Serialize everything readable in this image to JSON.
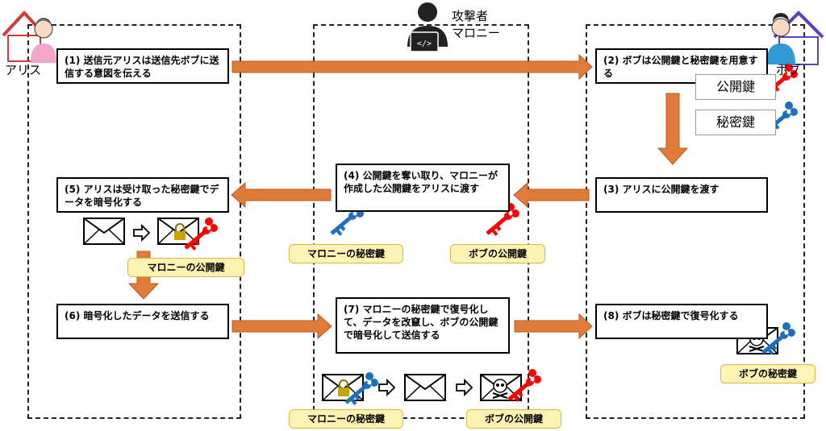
{
  "actors": {
    "alice": "アリス",
    "bob": "ボブ",
    "attacker_line1": "攻撃者",
    "attacker_line2": "マロニー"
  },
  "steps": {
    "s1": "(1) 送信元アリスは送信先ボブに送信する意図を伝える",
    "s2": "(2) ボブは公開鍵と秘密鍵を用意する",
    "s3": "(3) アリスに公開鍵を渡す",
    "s4": "(4) 公開鍵を奪い取り、マロニーが作成した公開鍵をアリスに渡す",
    "s5": "(5) アリスは受け取った秘密鍵でデータを暗号化する",
    "s6": "(6) 暗号化したデータを送信する",
    "s7": "(7) マロニーの秘密鍵で復号化して、データを改竄し、ボブの公開鍵で暗号化して送信する",
    "s8": "(8) ボブは秘密鍵で復号化する"
  },
  "key_labels": {
    "public": "公開鍵",
    "private": "秘密鍵"
  },
  "callouts": {
    "c1": "マロニーの公開鍵",
    "c2": "マロニーの秘密鍵",
    "c3": "ボブの公開鍵",
    "c4": "ボブの秘密鍵",
    "c5": "マロニーの秘密鍵",
    "c6": "ボブの公開鍵"
  },
  "colors": {
    "arrow": "#e07b39",
    "public_key": "#ff0000",
    "private_key": "#1f6fbf",
    "callout_fill": "#fff2b3"
  },
  "icons": [
    "house-icon",
    "person-icon",
    "attacker-icon",
    "envelope-icon",
    "lock-icon",
    "skull-icon",
    "key-icon",
    "hollow-arrow-icon"
  ]
}
